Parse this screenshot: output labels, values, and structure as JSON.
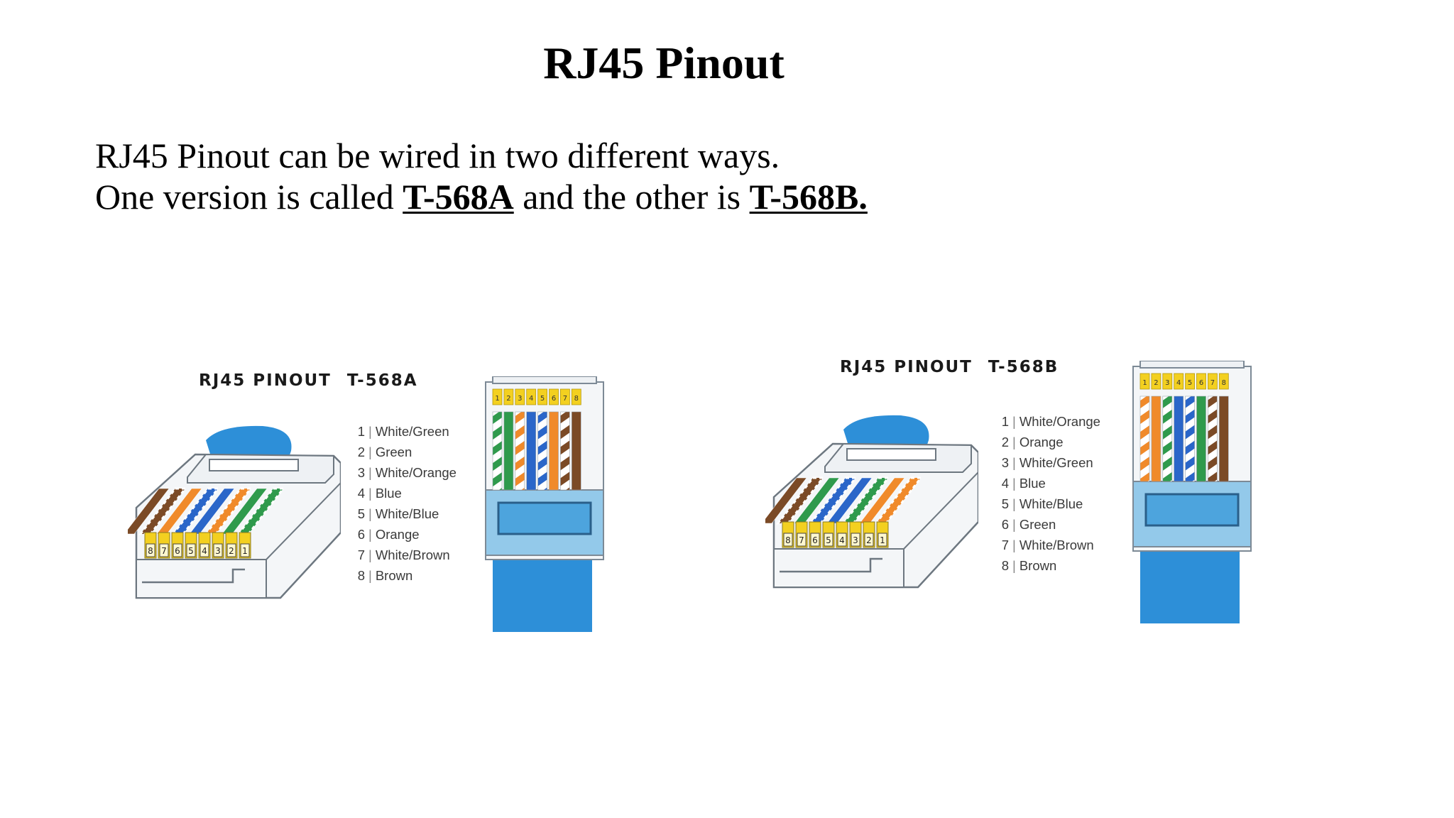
{
  "slide": {
    "title": "RJ45 Pinout",
    "intro_line1": "RJ45 Pinout can be wired in two different ways.",
    "intro_line2_a": "One version is called ",
    "intro_line2_std_a": "T-568A",
    "intro_line2_b": " and the other is ",
    "intro_line2_std_b": "T-568B."
  },
  "colors": {
    "orange": "#f08a2a",
    "green": "#2f9a4c",
    "blue": "#2a66c9",
    "brown": "#7b4a26",
    "boot": "#2d8fd8",
    "pin": "#f3d020"
  },
  "diagrams": [
    {
      "title_a": "RJ45 PINOUT",
      "title_b": "T-568A",
      "pins": [
        {
          "n": "1",
          "label": "White/Green",
          "color": "green",
          "striped": true
        },
        {
          "n": "2",
          "label": "Green",
          "color": "green",
          "striped": false
        },
        {
          "n": "3",
          "label": "White/Orange",
          "color": "orange",
          "striped": true
        },
        {
          "n": "4",
          "label": "Blue",
          "color": "blue",
          "striped": false
        },
        {
          "n": "5",
          "label": "White/Blue",
          "color": "blue",
          "striped": true
        },
        {
          "n": "6",
          "label": "Orange",
          "color": "orange",
          "striped": false
        },
        {
          "n": "7",
          "label": "White/Brown",
          "color": "brown",
          "striped": true
        },
        {
          "n": "8",
          "label": "Brown",
          "color": "brown",
          "striped": false
        }
      ]
    },
    {
      "title_a": "RJ45 PINOUT",
      "title_b": "T-568B",
      "pins": [
        {
          "n": "1",
          "label": "White/Orange",
          "color": "orange",
          "striped": true
        },
        {
          "n": "2",
          "label": "Orange",
          "color": "orange",
          "striped": false
        },
        {
          "n": "3",
          "label": "White/Green",
          "color": "green",
          "striped": true
        },
        {
          "n": "4",
          "label": "Blue",
          "color": "blue",
          "striped": false
        },
        {
          "n": "5",
          "label": "White/Blue",
          "color": "blue",
          "striped": true
        },
        {
          "n": "6",
          "label": "Green",
          "color": "green",
          "striped": false
        },
        {
          "n": "7",
          "label": "White/Brown",
          "color": "brown",
          "striped": true
        },
        {
          "n": "8",
          "label": "Brown",
          "color": "brown",
          "striped": false
        }
      ]
    }
  ]
}
